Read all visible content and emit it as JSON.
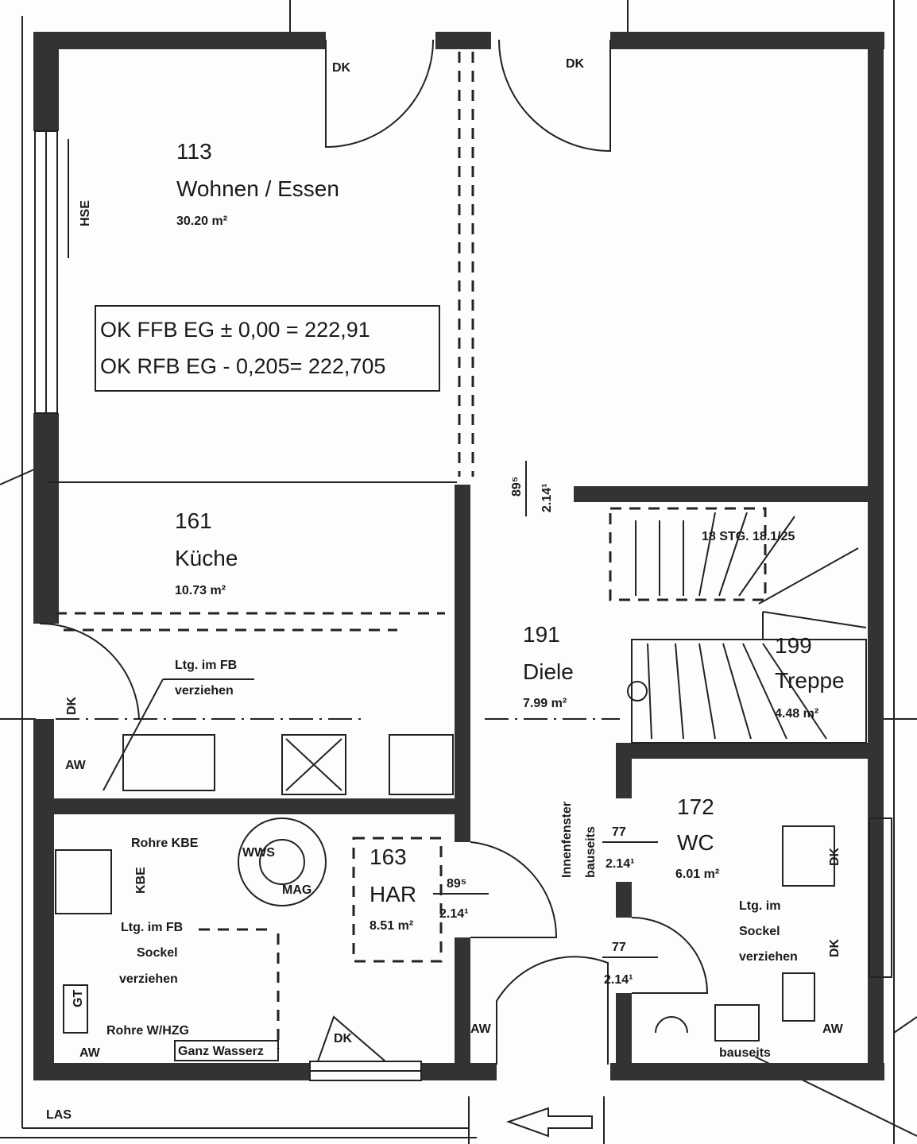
{
  "rooms": [
    {
      "number": "113",
      "name": "Wohnen / Essen",
      "area": "30.20 m²"
    },
    {
      "number": "161",
      "name": "Küche",
      "area": "10.73 m²"
    },
    {
      "number": "191",
      "name": "Diele",
      "area": "7.99 m²"
    },
    {
      "number": "199",
      "name": "Treppe",
      "area": "4.48 m²"
    },
    {
      "number": "172",
      "name": "WC",
      "area": "6.01 m²"
    },
    {
      "number": "163",
      "name": "HAR",
      "area": "8.51 m²"
    }
  ],
  "levels": {
    "line1": "OK FFB EG ± 0,00 = 222,91",
    "line2": "OK RFB EG - 0,205= 222,705"
  },
  "stair_label": "18 STG. 18.1/25",
  "labels": {
    "dk": "DK",
    "hse": "HSE",
    "aw": "AW",
    "kbe": "KBE",
    "wws": "WWS",
    "mag": "MAG",
    "gt": "GT",
    "las": "LAS",
    "ltg_fb_1": "Ltg. im FB",
    "verziehen_1": "verziehen",
    "ltg_fb_2": "Ltg. im FB",
    "sockel_2": "Sockel",
    "verziehen_2": "verziehen",
    "rohre_kbe": "Rohre KBE",
    "rohre_whzg": "Rohre W/HZG",
    "ganz_wasser": "Ganz Wasserz",
    "ltg_im": "Ltg. im",
    "sockel_3": "Sockel",
    "verziehen_3": "verziehen",
    "innenfenster": "Innenfenster",
    "bauseits": "bauseits",
    "bauseits_2": "bauseits"
  },
  "dimensions": {
    "d1_w": "89⁵",
    "d1_h": "2.14¹",
    "d2_w": "89⁵",
    "d2_h": "2.14¹",
    "d3_w": "77",
    "d3_h": "2.14¹",
    "d4_w": "77",
    "d4_h": "2.14¹"
  }
}
